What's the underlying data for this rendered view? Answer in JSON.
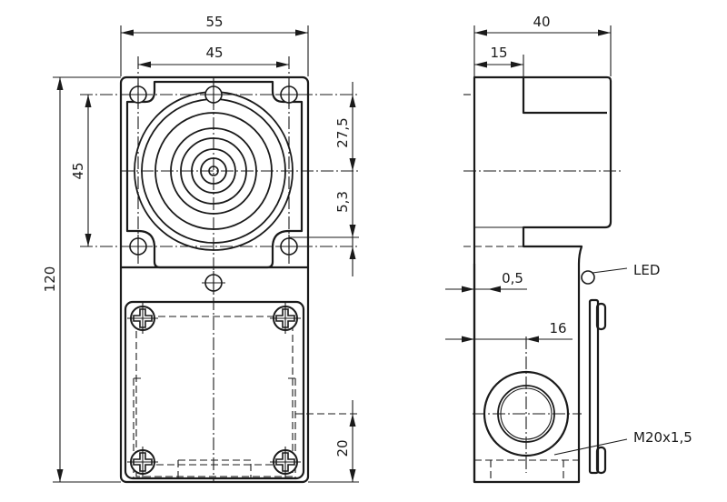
{
  "front_view": {
    "dims": {
      "outer_width": "55",
      "hole_spacing_width": "45",
      "total_height": "120",
      "hole_spacing_height": "45",
      "center_offset": "27,5",
      "lower_offset": "5,3",
      "bottom_offset": "20"
    }
  },
  "side_view": {
    "dims": {
      "depth": "40",
      "step": "15",
      "gap": "0,5",
      "gland_offset": "16"
    },
    "callouts": {
      "led": "LED",
      "thread": "M20x1,5"
    }
  }
}
